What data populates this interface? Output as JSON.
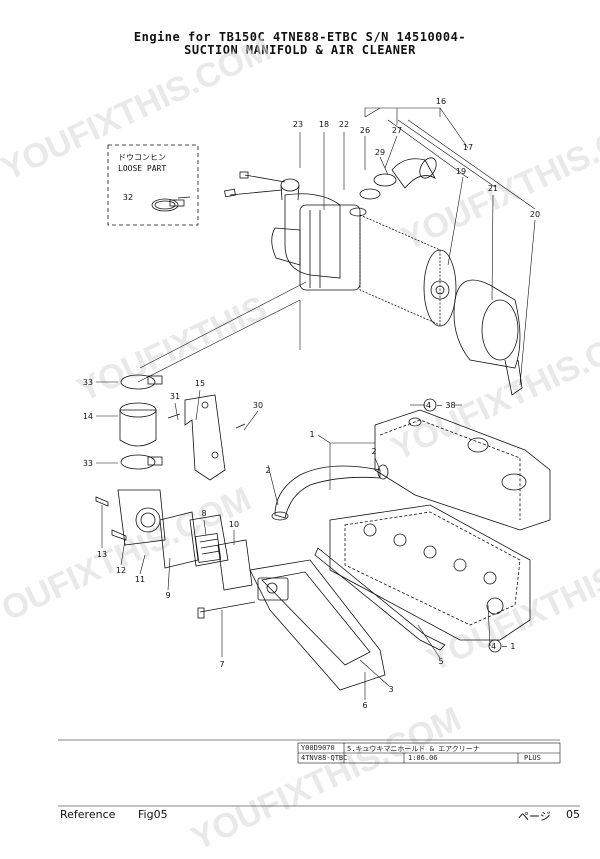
{
  "header": {
    "line1": "Engine for TB150C  4TNE88-ETBC  S/N 14510004-",
    "line2": "SUCTION MANIFOLD & AIR CLEANER"
  },
  "loose_part": {
    "jp": "ドウコンヒン",
    "en": "LOOSE PART"
  },
  "callouts": {
    "c1": "1",
    "c2a": "2",
    "c2b": "2",
    "c3": "3",
    "c4_1": "4  − 1",
    "c4_38": "4  − 38",
    "c5": "5",
    "c6": "6",
    "c7": "7",
    "c8": "8",
    "c9": "9",
    "c10": "10",
    "c11": "11",
    "c12": "12",
    "c13": "13",
    "c14": "14",
    "c15": "15",
    "c16": "16",
    "c17": "17",
    "c18": "18",
    "c19": "19",
    "c20": "20",
    "c21": "21",
    "c22": "22",
    "c23": "23",
    "c26": "26",
    "c27": "27",
    "c29": "29",
    "c30": "30",
    "c31": "31",
    "c32": "32",
    "c33a": "33",
    "c33b": "33"
  },
  "watermarks": [
    "YOUFIXTHIS.COM",
    "YOUFIXTHIS.COM",
    "YOUFIXTHIS",
    "YOUFIXTHIS.COM",
    "YOUFIXTHIS.COM",
    "YOUFIXTHIS",
    "YOUFIXTHIS.COM"
  ],
  "title_block": {
    "code": "Y00D9070",
    "desc": "5.キュウキマニホールド & エアクリーナ",
    "model": "4TNV88-QTBC",
    "date": "1:06.06",
    "plus": "PLUS"
  },
  "footer": {
    "reference": "Reference",
    "fig": "Fig05",
    "page_label": "ページ",
    "page_num": "05"
  }
}
